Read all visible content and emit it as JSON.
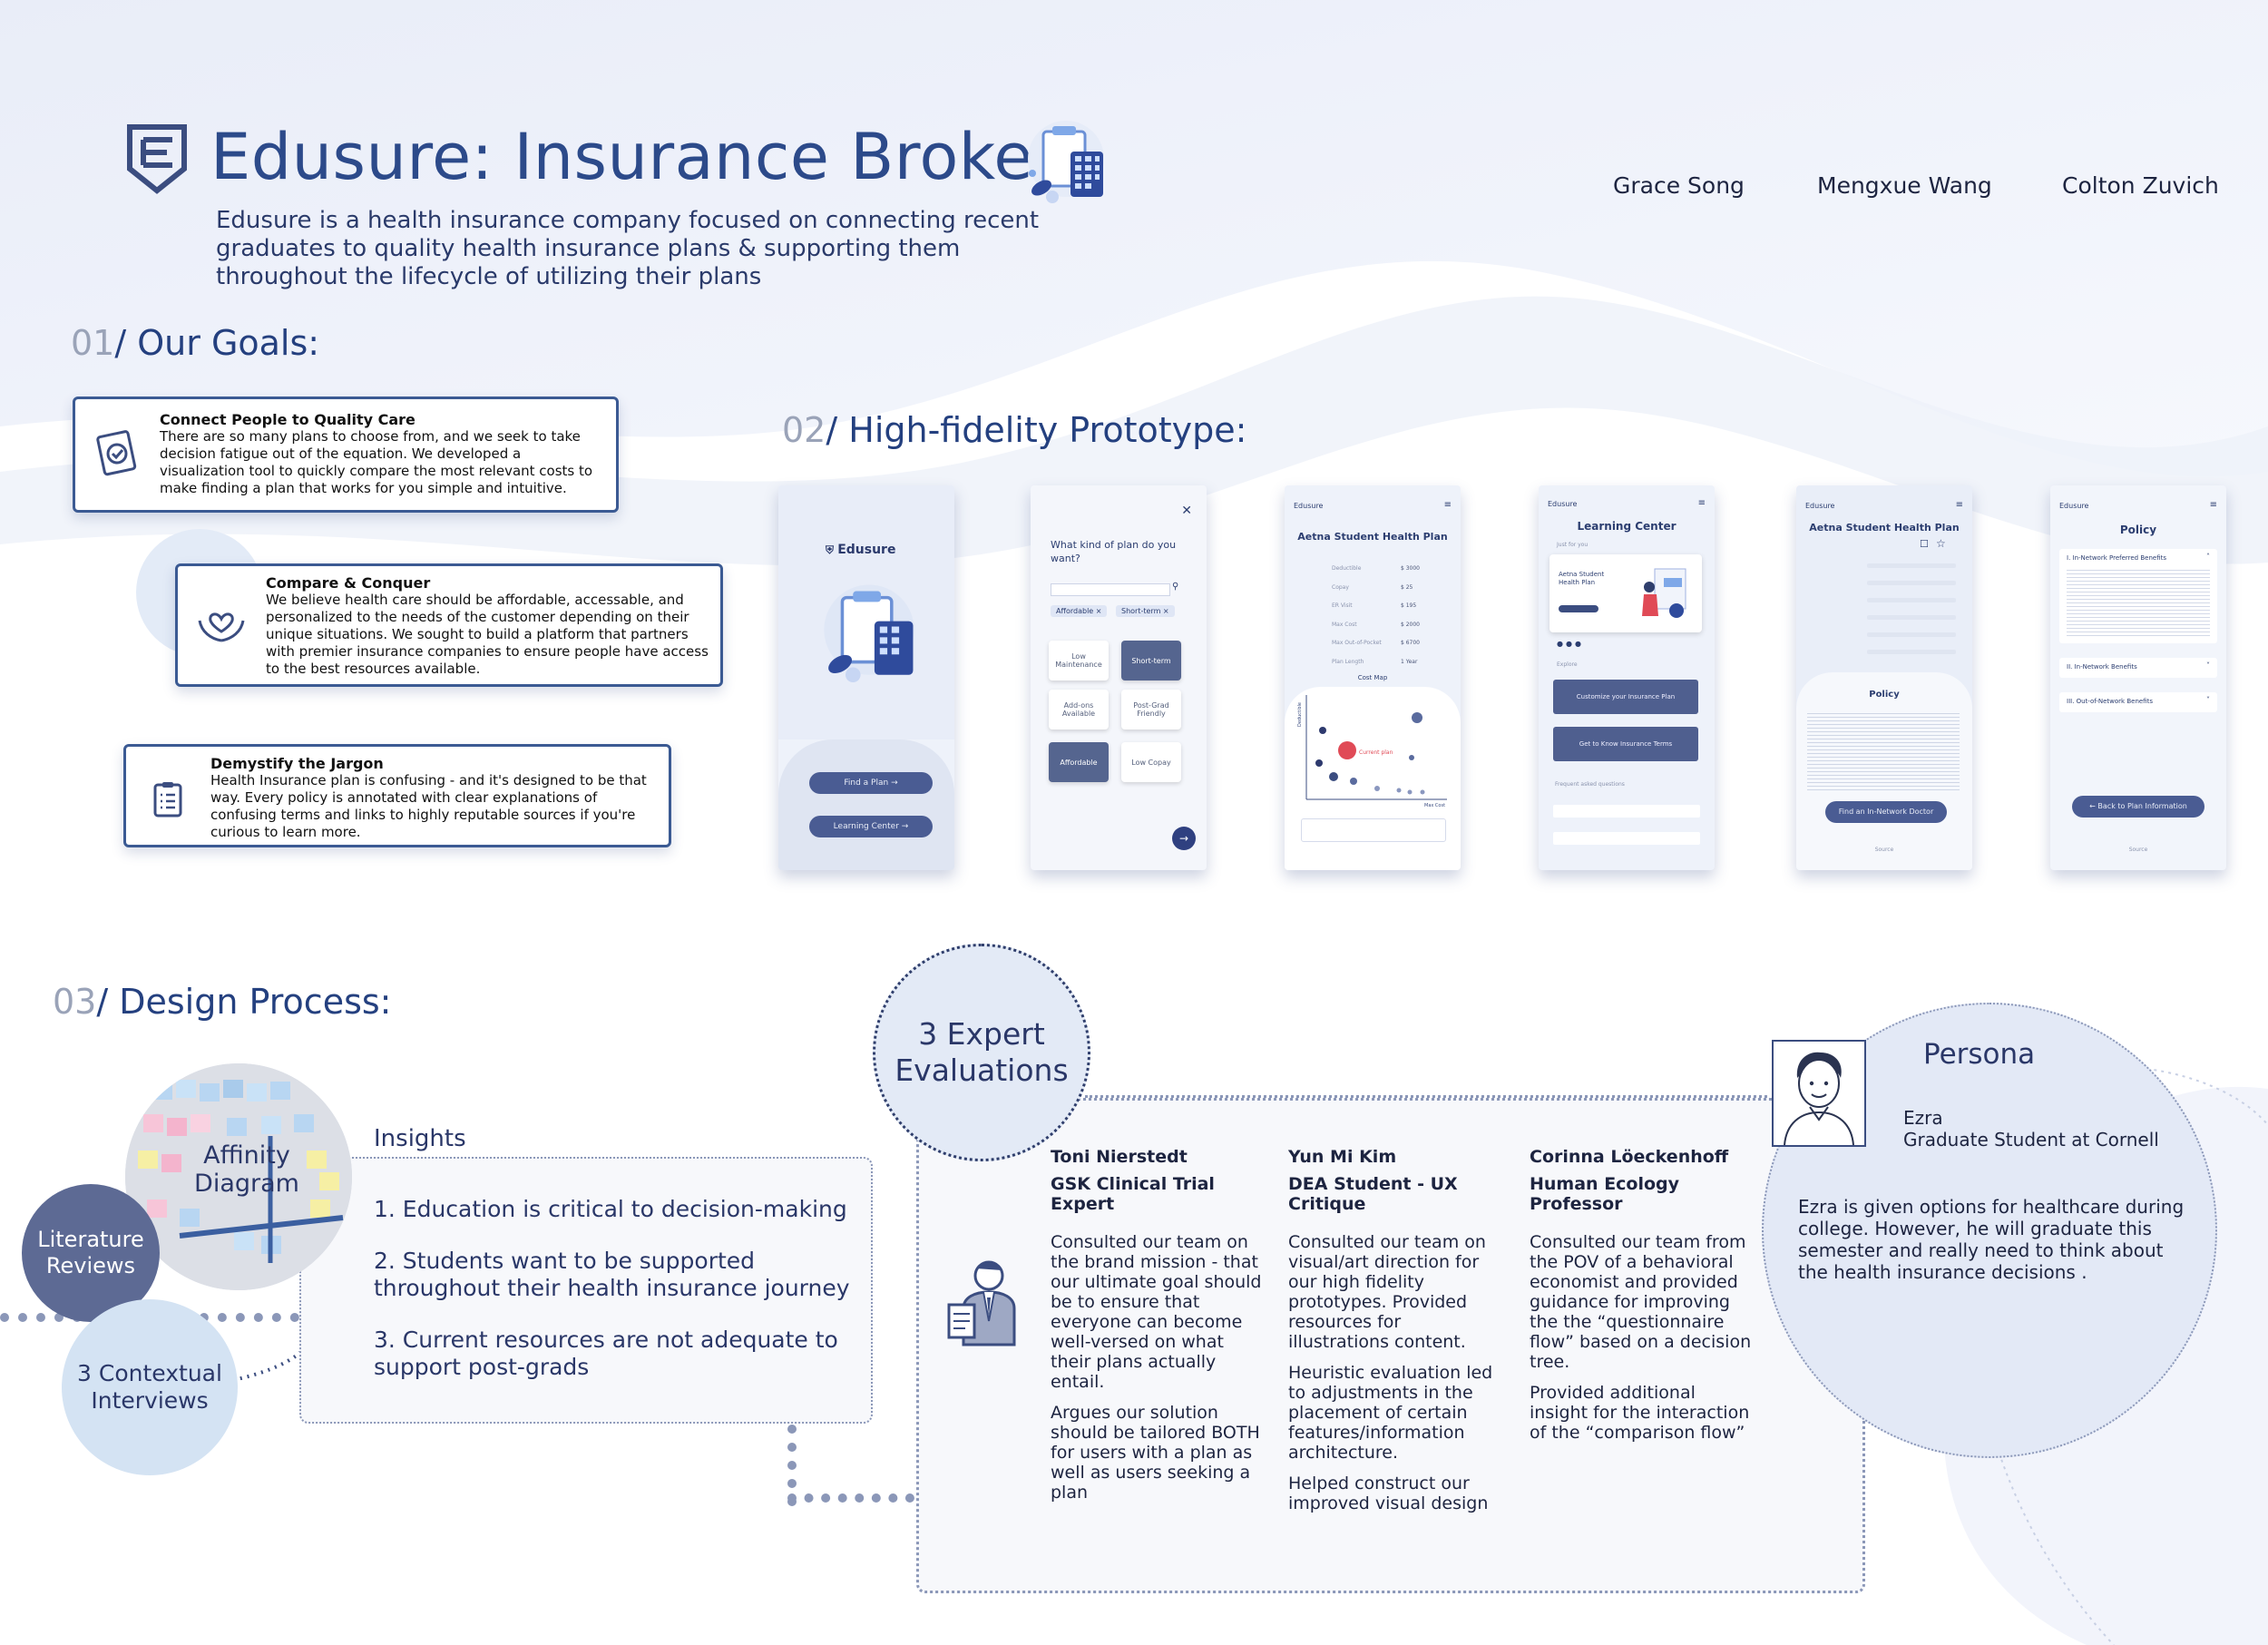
{
  "header": {
    "title": "Edusure: Insurance Broker",
    "description": "Edusure is a health insurance company focused on connecting recent graduates to quality health insurance plans & supporting them throughout the lifecycle of utilizing their plans",
    "team": [
      "Grace Song",
      "Mengxue Wang",
      "Colton Zuvich"
    ]
  },
  "goals": {
    "num": "01",
    "title": "/ Our Goals:",
    "items": [
      {
        "title": "Connect People to Quality Care",
        "body": "There are so many plans to choose from, and we seek to take decision fatigue out of the equation. We developed a visualization tool to quickly compare the most relevant costs to make finding a plan that works for you simple and intuitive.",
        "icon": "clipboard-check-icon"
      },
      {
        "title": "Compare & Conquer",
        "body": "We believe health care should be affordable, accessable, and personalized to the needs of the customer depending on their unique situations. We sought to build a platform that partners with premier insurance companies to ensure people have access to the best resources available.",
        "icon": "heart-hands-icon"
      },
      {
        "title": "Demystify the Jargon",
        "body": "Health Insurance plan is confusing - and it's designed to be that way. Every policy is annotated with clear explanations of confusing terms and links to highly reputable sources if you're curious to learn more.",
        "icon": "document-list-icon"
      }
    ]
  },
  "prototype": {
    "num": "02",
    "title": "/ High-fidelity Prototype:",
    "screen1": {
      "brand": "Edusure",
      "btn1": "Find a Plan",
      "btn2": "Learning Center"
    },
    "screen2": {
      "question": "What kind of plan do you want?",
      "chips": [
        "Affordable",
        "Short-term"
      ],
      "tiles": [
        "Low Maintenance",
        "Short-term",
        "Add-ons Available",
        "Post-Grad Friendly",
        "Affordable",
        "Low Copay"
      ]
    },
    "screen3": {
      "brand": "Edusure",
      "title": "Aetna Student Health Plan",
      "rows": [
        "Deductible",
        "Copay",
        "ER Visit",
        "Max Cost",
        "Max Out-of-Pocket",
        "Plan Length"
      ],
      "values": [
        "$ 3000",
        "$ 25",
        "$ 195",
        "$ 2000",
        "$ 6700",
        "1 Year"
      ],
      "chart_label": "Cost Map",
      "current": "Current plan",
      "y_axis": "Deductible",
      "x_axis": "Max Cost"
    },
    "screen4": {
      "brand": "Edusure",
      "title": "Learning Center",
      "card_title": "Aetna Student Health Plan",
      "just_for_you": "Just for you",
      "explore": "Explore",
      "btn1": "Customize your Insurance Plan",
      "btn2": "Get to Know Insurance Terms",
      "faq": "Frequent asked questions"
    },
    "screen5": {
      "brand": "Edusure",
      "title": "Aetna Student Health Plan",
      "policy": "Policy",
      "btn": "Find an In-Network Doctor",
      "source": "Source"
    },
    "screen6": {
      "brand": "Edusure",
      "title": "Policy",
      "sections": [
        "I. In-Network Preferred Benefits",
        "II. In-Network Benefits",
        "III. Out-of-Network Benefits"
      ],
      "btn": "Back to Plan Information",
      "source": "Source"
    }
  },
  "process": {
    "num": "03",
    "title": "/ Design Process:",
    "bubbles": {
      "affinity": "Affinity Diagram",
      "literature": "Literature Reviews",
      "interviews": "3 Contextual Interviews",
      "experts": "3 Expert Evaluations"
    },
    "insights_title": "Insights",
    "insights": [
      "1. Education is critical to decision-making",
      "2. Students want to be supported throughout their health insurance journey",
      "3. Current resources are not adequate to support post-grads"
    ],
    "experts": [
      {
        "name": "Toni Nierstedt",
        "role": "GSK Clinical Trial Expert",
        "paragraphs": [
          "Consulted our team on the brand mission - that our ultimate goal should be to ensure that everyone can become well-versed on what their plans actually entail.",
          "Argues our solution should be tailored BOTH for users with a plan as well as users seeking a plan"
        ]
      },
      {
        "name": "Yun Mi Kim",
        "role": "DEA Student - UX Critique",
        "paragraphs": [
          "Consulted our team on visual/art direction for our high fidelity prototypes. Provided resources for illustrations content.",
          "Heuristic evaluation led to adjustments in the placement of certain features/information architecture.",
          "Helped construct our improved visual design"
        ]
      },
      {
        "name": "Corinna Löeckenhoff",
        "role": "Human Ecology Professor",
        "paragraphs": [
          "Consulted our team from the POV of a behavioral economist and provided guidance for improving the the “questionnaire flow” based on a decision tree.",
          "Provided additional insight for the interaction of the “comparison flow”"
        ]
      }
    ],
    "persona": {
      "title": "Persona",
      "name": "Ezra",
      "role": "Graduate Student at Cornell",
      "body": "Ezra is given options for healthcare during college. However, he will graduate this semester and really need to think about the health insurance decisions ."
    }
  }
}
